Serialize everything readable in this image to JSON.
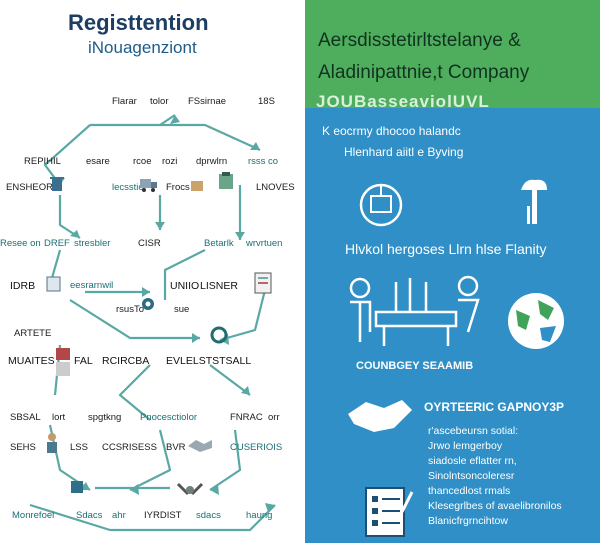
{
  "left_panel": {
    "title": "Registtention",
    "subtitle": "iNouagenziont",
    "labels": {
      "top_a": "Flarar",
      "top_b": "tolor",
      "top_c": "FSsirnae",
      "top_d": "18S",
      "r2_a": "REPIHIL",
      "r2_b": "esare",
      "r2_c": "rcoe",
      "r2_d": "rozi",
      "r2_e": "dprwlrn",
      "r2_f": "rsss co",
      "r3_a": "ENSHEORE",
      "r3_b": "lecsstic",
      "r3_c": "Frocs",
      "r3_d": "LNOVES",
      "r4_a": "Resee on",
      "r4_b": "DREF",
      "r4_c": "stresbler",
      "r4_d": "CISR",
      "r4_e": "Betarlk",
      "r4_f": "wrvrtuen",
      "r5_a": "IDRB",
      "r5_b": "eesrarnwil",
      "r5_c": "UNIIO",
      "r5_d": "LISNER",
      "r6_a": "rsusTo",
      "r6_b": "sue",
      "r7_a": "ARTETE",
      "r8_a": "MUAITES",
      "r8_b": "FAL",
      "r8_c": "RCIRCBA",
      "r8_d": "EVLELSTSTSALL",
      "r9_a": "SBSAL",
      "r9_b": "lort",
      "r9_c": "spgtkng",
      "r9_d": "Pnocesctiolor",
      "r9_e": "FNRAC",
      "r9_f": "orr",
      "r10_a": "SEHS",
      "r10_b": "LSS",
      "r10_c": "CCSRISESS",
      "r10_d": "BVR",
      "r10_e": "CUSERIOIS",
      "bot_a": "Monrefoel",
      "bot_b": "Sdacs",
      "bot_c": "ahr",
      "bot_d": "IYRDIST",
      "bot_e": "sdacs",
      "bot_f": "haung"
    }
  },
  "right_panel": {
    "title_line1": "Aersdisstetirltstelanye &",
    "title_line2": "Aladinipattnie,t Company",
    "title_line3": "JOUBasseaviolUVL",
    "intro_line1": "K eocrmy dhocoo halandc",
    "intro_line2": "Hlenhard aiitl e Byving",
    "section1_heading": "Hlvkol hergoses Llrn hlse Flanity",
    "section2_heading": "COUNBGEY SEAAMIB",
    "section3_heading": "OYRTEERIC GAPNOY3P",
    "bullets": [
      "r'ascebeursn sotial:",
      "Jrwo lemgerboy",
      "siadosle eflatter rn,",
      "Sinolntsoncoleresr",
      "thancedlost rmals",
      "Klesegrlbes of avaelibronilos",
      "Blanicfrgrncihtow"
    ]
  },
  "colors": {
    "green": "#4fae5d",
    "blue": "#2f8fc6",
    "teal": "#5aa8a3",
    "navy": "#1d3d63"
  }
}
